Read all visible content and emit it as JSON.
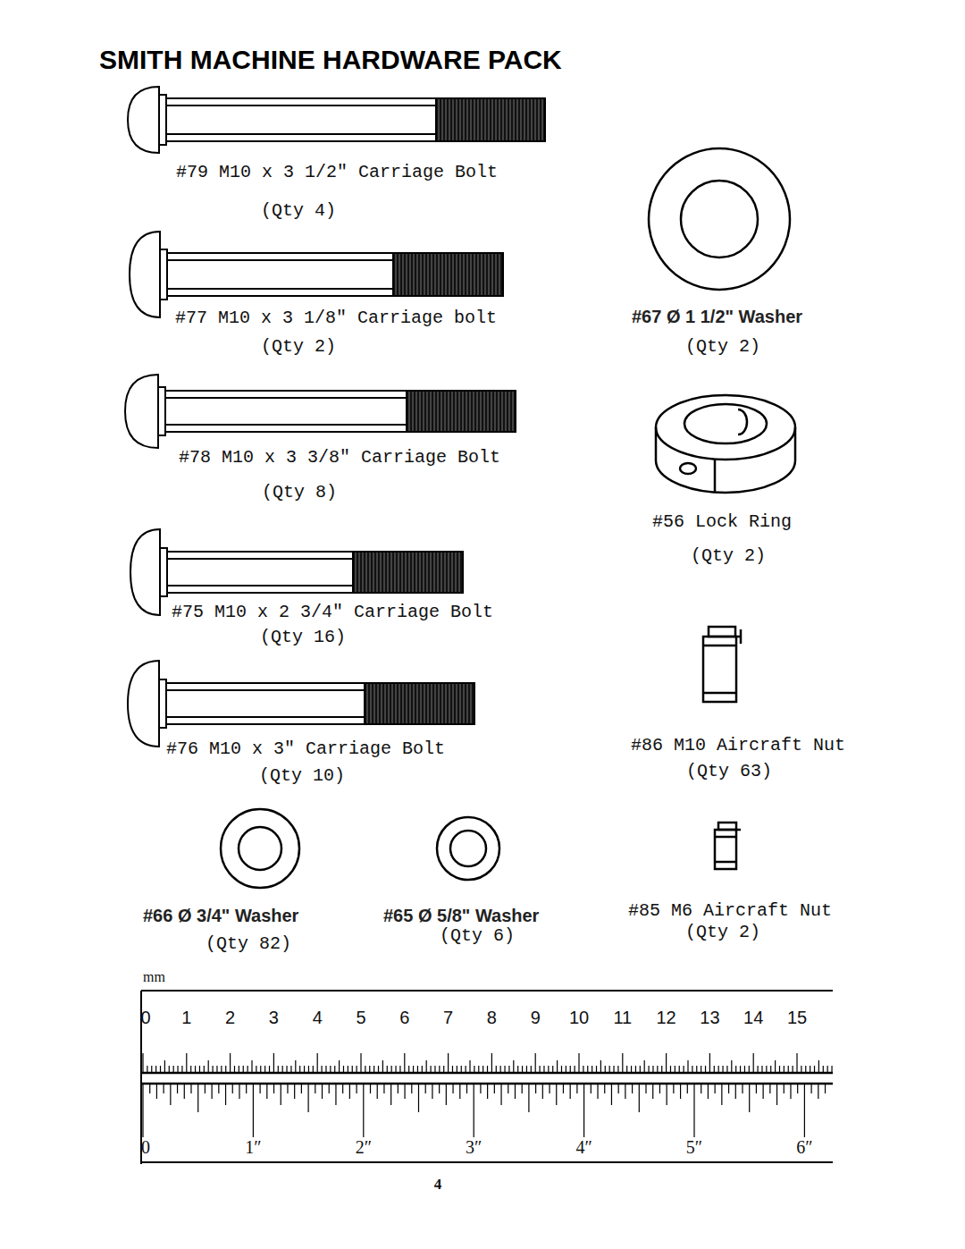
{
  "diagram": {
    "title": "SMITH MACHINE HARDWARE PACK",
    "labels": [
      "#79 M10 x 3 1/2″ Carriage Bolt",
      "(Qty 4)",
      "#77 M10 x 3 1/8″ Carriage bolt",
      "(Qty 2)",
      "#78 M10 x 3 3/8″ Carriage Bolt",
      "(Qty 8)",
      "#75 M10 x 2 3/4″ Carriage Bolt",
      "(Qty 16)",
      "#76 M10 x 3″ Carriage Bolt",
      "(Qty 10)",
      "#67 Ø 1 1/2\" Washer",
      "(Qty 2)",
      "#56 Lock Ring",
      "(Qty 2)",
      "#86 M10 Aircraft Nut",
      "(Qty 63)",
      "#66 Ø 3/4\" Washer",
      "(Qty 82)",
      "#65 Ø 5/8\" Washer",
      "(Qty 6)",
      "#85 M6 Aircraft Nut",
      "(Qty 2)",
      "mm",
      "0",
      "1",
      "2",
      "3",
      "4",
      "5",
      "6",
      "7",
      "8",
      "9",
      "10",
      "11",
      "12",
      "13",
      "14",
      "15",
      "0",
      "1″",
      "2″",
      "3″",
      "4″",
      "5″",
      "6″",
      "4"
    ]
  }
}
